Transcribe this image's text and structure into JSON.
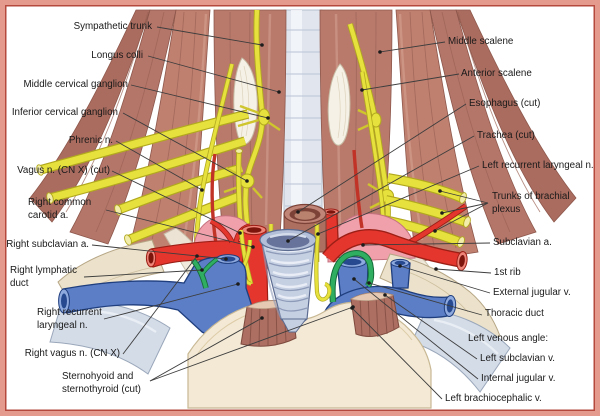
{
  "labels": {
    "left": [
      {
        "text": "Sympathetic trunk"
      },
      {
        "text": "Longus colli"
      },
      {
        "text": "Middle cervical ganglion"
      },
      {
        "text": "Inferior cervical ganglion"
      },
      {
        "text": "Phrenic n."
      },
      {
        "text": "Vagus n. (CN X) (cut)"
      },
      {
        "text": "Right common carotid a."
      },
      {
        "text": "Right subclavian a."
      },
      {
        "text": "Right lymphatic duct"
      },
      {
        "text": "Right recurrent laryngeal n."
      },
      {
        "text": "Right vagus n. (CN X)"
      },
      {
        "text": "Sternohyoid and sternothyroid (cut)"
      }
    ],
    "right": [
      {
        "text": "Middle scalene"
      },
      {
        "text": "Anterior scalene"
      },
      {
        "text": "Esophagus (cut)"
      },
      {
        "text": "Trachea (cut)"
      },
      {
        "text": "Left recurrent laryngeal n."
      },
      {
        "text": "Trunks of brachial plexus"
      },
      {
        "text": "Subclavian a."
      },
      {
        "text": "1st rib"
      },
      {
        "text": "External jugular v."
      },
      {
        "text": "Thoracic duct"
      },
      {
        "text": "Left venous angle:"
      },
      {
        "text": "Left subclavian v."
      },
      {
        "text": "Internal jugular v."
      },
      {
        "text": "Left brachiocephalic v."
      }
    ]
  },
  "colors": {
    "frame_outer": "#e59a8e",
    "frame_line": "#b6493d",
    "background": "#ffffff",
    "nerve_yellow": "#e6e13c",
    "artery_red": "#e5362e",
    "vein_blue": "#5b7ec6",
    "lymph_green": "#2fae62",
    "muscle_brown": "#bb7b6c",
    "bone_cream": "#ece2cb",
    "clavicle_gray": "#d4dce8",
    "pleura_pink": "#f0a0aa",
    "trachea_blue_gray": "#c6d0e3",
    "label_text": "#1a1a1a",
    "leader_line": "#3d3d3d"
  }
}
